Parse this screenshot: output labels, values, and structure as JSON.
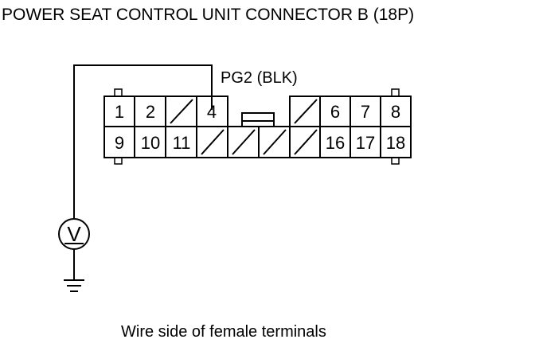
{
  "title": "POWER SEAT CONTROL UNIT CONNECTOR B (18P)",
  "wire_label": "PG2 (BLK)",
  "caption": "Wire side of female terminals",
  "meter_symbol": "V",
  "connector": {
    "row1": [
      "1",
      "2",
      "",
      "4",
      "",
      "",
      "6",
      "7",
      "8"
    ],
    "row2": [
      "9",
      "10",
      "11",
      "",
      "",
      "",
      "16",
      "17",
      "18"
    ]
  }
}
